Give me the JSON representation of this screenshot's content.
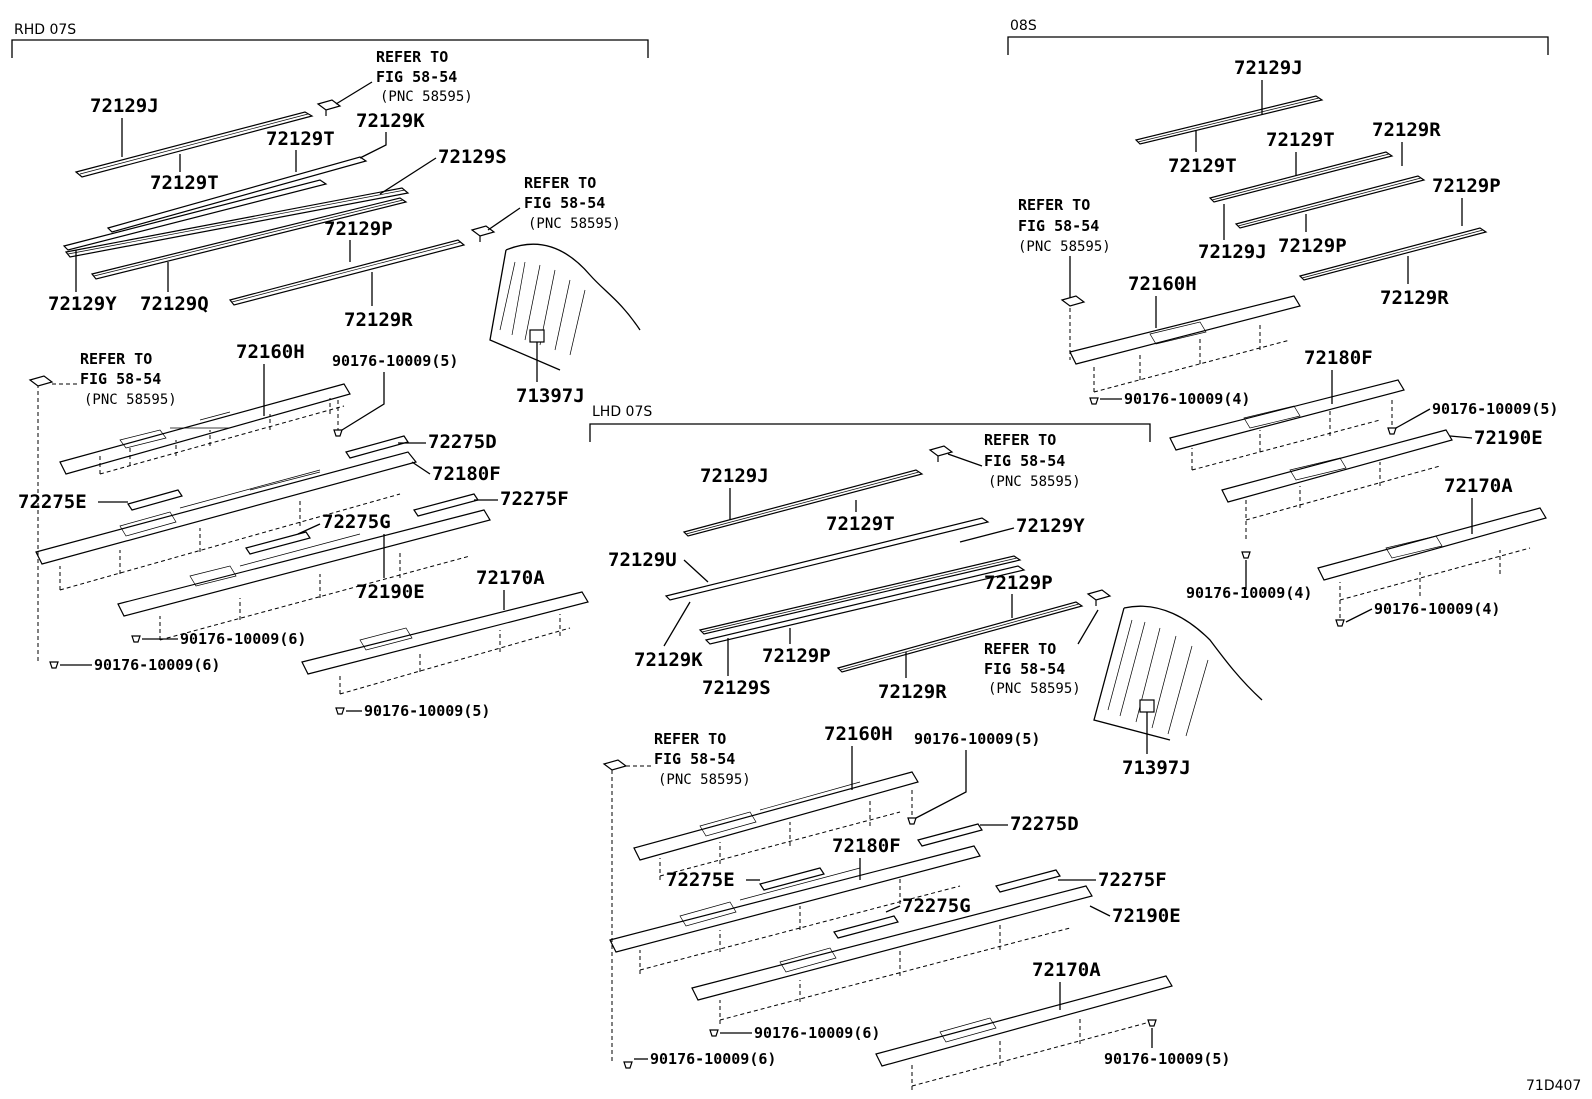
{
  "sections": {
    "rhd": "RHD 07S",
    "s08": "08S",
    "lhd": "LHD 07S"
  },
  "refer": {
    "line1": "REFER TO",
    "line2": "FIG 58-54",
    "line3": "(PNC 58595)"
  },
  "parts": {
    "p72129J": "72129J",
    "p72129T": "72129T",
    "p72129K": "72129K",
    "p72129S": "72129S",
    "p72129P": "72129P",
    "p72129Y": "72129Y",
    "p72129Q": "72129Q",
    "p72129R": "72129R",
    "p72129U": "72129U",
    "p72160H": "72160H",
    "p72180F": "72180F",
    "p72190E": "72190E",
    "p72170A": "72170A",
    "p72275D": "72275D",
    "p72275E": "72275E",
    "p72275F": "72275F",
    "p72275G": "72275G",
    "p71397J": "71397J",
    "b5": "90176-10009(5)",
    "b6": "90176-10009(6)",
    "b4": "90176-10009(4)"
  },
  "figure_code": "71D407"
}
